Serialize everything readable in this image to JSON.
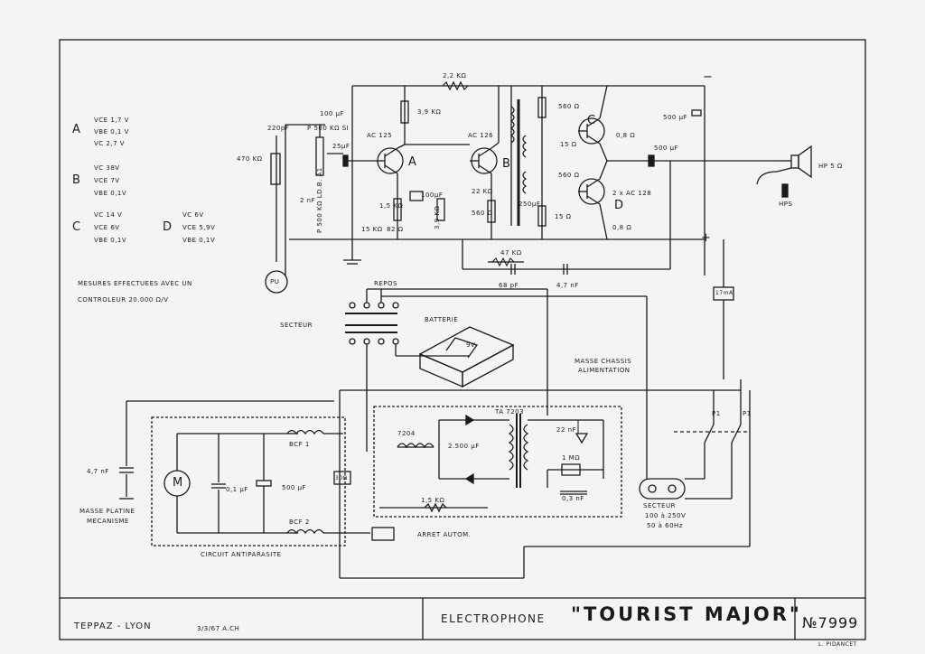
{
  "measurements": {
    "A": {
      "letter": "A",
      "vce": "VCE 1,7 V",
      "vbe": "VBE 0,1 V",
      "vc": "VC 2,7 V"
    },
    "B": {
      "letter": "B",
      "vc": "VC 38V",
      "vce": "VCE 7V",
      "vbe": "VBE 0,1V"
    },
    "C": {
      "letter": "C",
      "vc": "VC 14 V",
      "vce": "VCE 6V",
      "vbe": "VBE 0,1V"
    },
    "D": {
      "letter": "D",
      "vc": "VC 6V",
      "vce": "VCE 5,9V",
      "vbe": "VBE 0,1V"
    },
    "note_line1": "MESURES EFFECTUEES AVEC UN",
    "note_line2": "CONTROLEUR 20.000 Ω/V"
  },
  "components": {
    "r_2k2": "2,2 KΩ",
    "c_100uf": "100 µF",
    "r_3k9": "3,9 KΩ",
    "ac125": "AC 125",
    "ac126": "AC 126",
    "r_560_top": "560 Ω",
    "c_500uf_top": "500 µF",
    "c_220pf": "220pF",
    "pot_500k": "P 500 KΩ SI",
    "r_470k": "470 KΩ",
    "c_25uf": "25µF",
    "c_2nf": "2 nF",
    "pot_ldba1": "P 500 KΩ LD.B. A1",
    "label_A": "A",
    "label_B": "B",
    "label_C": "C",
    "r_15_top": "15 Ω",
    "r_08_top": "0,8 Ω",
    "c_500uf_out": "500 µF",
    "r_560_mid": "560 Ω",
    "r_22k": "22 KΩ",
    "r_1k5": "1,5 KΩ",
    "c_100uf_b": "100µF",
    "r_560_b": "560 Ω",
    "c_250uf": "250µF",
    "r_15_bot": "15 Ω",
    "ac128": "2 x AC 128",
    "label_D": "D",
    "r_08_bot": "0,8 Ω",
    "r_15k": "15 KΩ",
    "r_82": "82 Ω",
    "r_39k": "3,9 KΩ",
    "hp": "HP 5 Ω",
    "hps": "HPS",
    "r_47k": "47 KΩ",
    "c_68pf": "68 pF",
    "c_4n7": "4,7 nF",
    "pu": "PU",
    "minus": "−",
    "plus": "+",
    "fuse": "17mA"
  },
  "power": {
    "repos": "REPOS",
    "secteur": "SECTEUR",
    "batterie": "BATTERIE",
    "battery_v": "9V",
    "masse_chassis_1": "MASSE CHASSIS",
    "masse_chassis_2": "ALIMENTATION",
    "ta": "TA 7203",
    "choke": "7204",
    "c_22nf": "22 nF",
    "c_2500uf": "2.500 µF",
    "r_1m": "1 MΩ",
    "c_03nf": "0,3 nF",
    "r_1k5": "1,5 KΩ",
    "p1a": "P1",
    "p1b": "P1",
    "secteur_plug": "SECTEUR",
    "secteur_v": "100 à 250V",
    "secteur_hz": "50 à 60Hz"
  },
  "motor": {
    "c_4n7": "4,7 nF",
    "masse_1": "MASSE PLATINE",
    "masse_2": "MECANISME",
    "motor_label": "M",
    "c_01uf": "0,1 µF",
    "c_500uf": "500 µF",
    "bcf1": "BCF 1",
    "bcf2": "BCF 2",
    "r_30": "30Ω",
    "circuit": "CIRCUIT ANTIPARASITE",
    "arret": "ARRET AUTOM."
  },
  "footer": {
    "maker": "TEPPAZ - LYON",
    "date": "3/3/67 A.CH",
    "prefix": "ELECTROPHONE",
    "title": "\"TOURIST MAJOR\"",
    "number": "№7999",
    "author": "L. PIDANCET"
  }
}
